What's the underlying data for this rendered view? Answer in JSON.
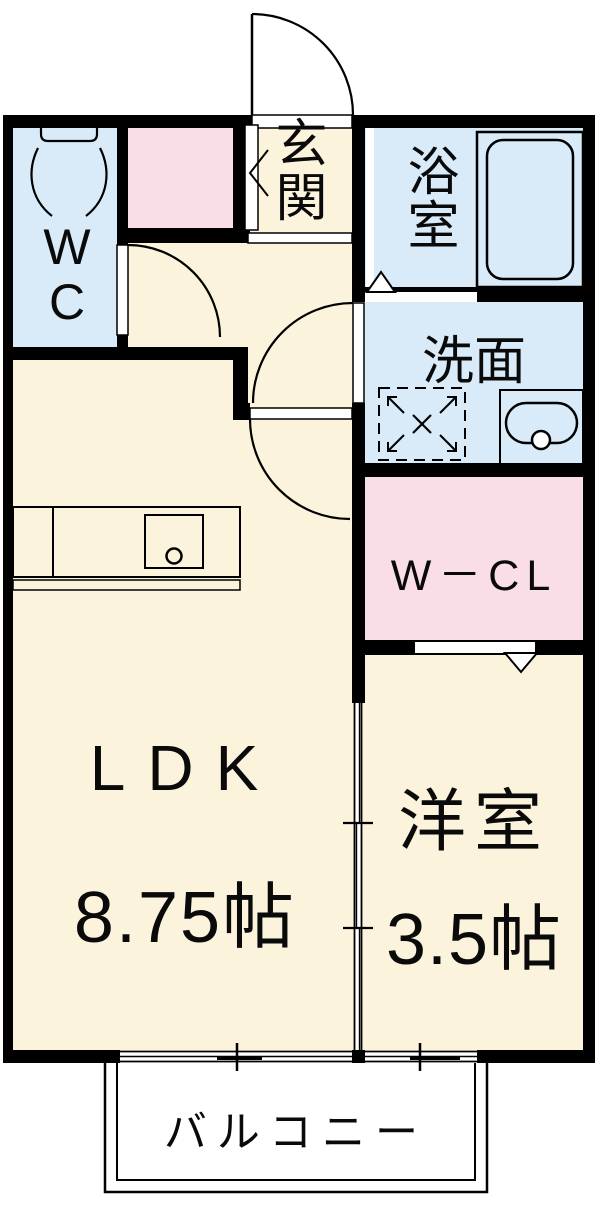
{
  "floorplan": {
    "rooms": {
      "wc": {
        "label": "WC"
      },
      "entrance": {
        "label": "玄関"
      },
      "bathroom": {
        "label": "浴室"
      },
      "washroom": {
        "label": "洗面"
      },
      "walk_in_closet": {
        "label": "W－CL"
      },
      "ldk": {
        "label": "LDK",
        "size": "8.75帖"
      },
      "western_room": {
        "label": "洋室",
        "size": "3.5帖"
      },
      "balcony": {
        "label": "バルコニー"
      }
    },
    "colors": {
      "floor": "#FBF3DC",
      "wet_area": "#D9EBF8",
      "storage": "#F9DEE7",
      "wall": "#000000"
    }
  }
}
